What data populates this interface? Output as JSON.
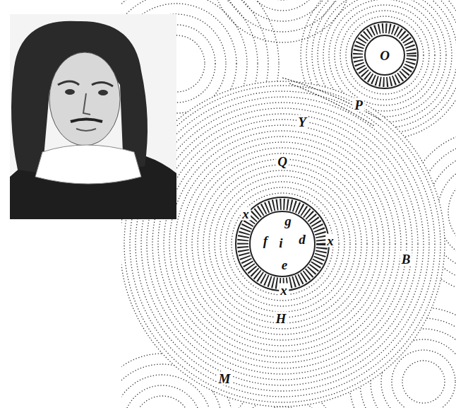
{
  "diagram": {
    "labels": [
      "O",
      "P",
      "Y",
      "Q",
      "x",
      "g",
      "f",
      "i",
      "d",
      "x",
      "e",
      "x",
      "B",
      "H",
      "M"
    ]
  }
}
